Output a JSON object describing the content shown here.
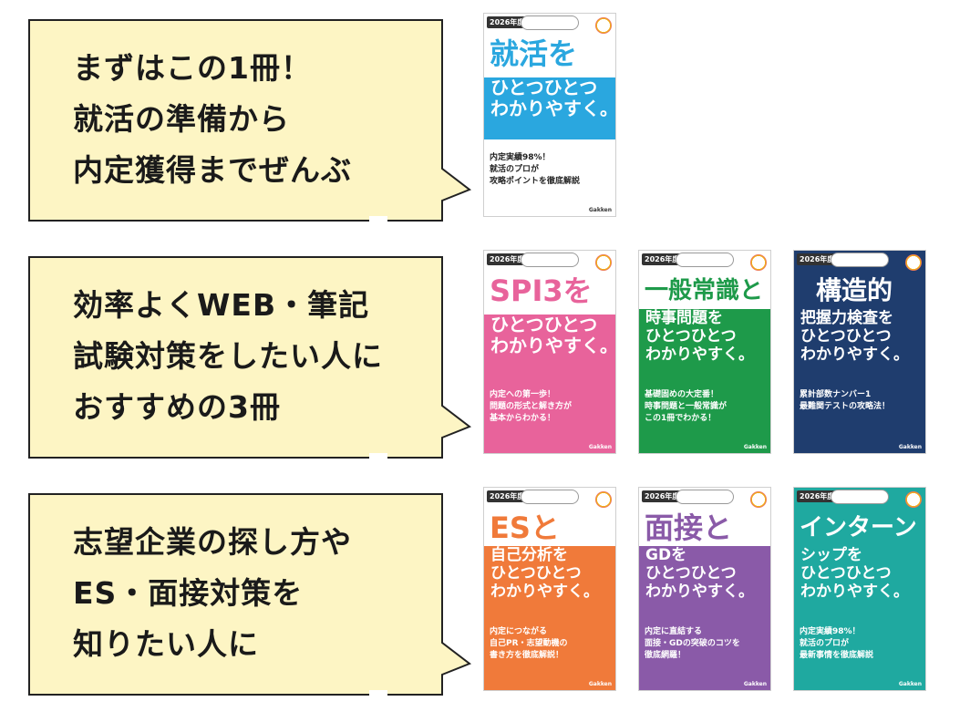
{
  "rows": [
    {
      "bubble": {
        "lines": [
          "まずはこの1冊！",
          "就活の準備から",
          "内定獲得までぜんぶ"
        ]
      },
      "books": [
        {
          "year": "2026年度版",
          "title_big": "就活を",
          "title_sub": "ひとつひとつ\nわかりやすく。",
          "tagline": "内定実績98%！\n就活のプロが\n攻略ポイントを徹底解説",
          "publisher": "Gakken",
          "upper_color": "#2aa7df",
          "lower_color": "#cfe9f7"
        }
      ]
    },
    {
      "bubble": {
        "lines": [
          "効率よくWEB・筆記",
          "試験対策をしたい人に",
          "おすすめの3冊"
        ]
      },
      "books": [
        {
          "year": "2026年度版",
          "title_big": "SPI3を",
          "title_sub": "ひとつひとつ\nわかりやすく。",
          "tagline": "内定への第一歩！\n問題の形式と解き方が\n基本からわかる！",
          "publisher": "Gakken",
          "upper_color": "#e8639b",
          "lower_color": "#f6cfe0"
        },
        {
          "year": "2026年度版",
          "title_big": "一般常識と",
          "title_sub": "時事問題を\nひとつひとつ\nわかりやすく。",
          "tagline": "基礎固めの大定番！\n時事問題と一般常識が\nこの1冊でわかる！",
          "publisher": "Gakken",
          "upper_color": "#1e9a4a",
          "lower_color": "#cdebd6"
        },
        {
          "year": "2026年度版",
          "title_big": "構造的",
          "title_sub": "把握力検査を\nひとつひとつ\nわかりやすく。",
          "tagline": "累計部数ナンバー1\n最難関テストの攻略法！",
          "publisher": "Gakken",
          "upper_color": "#1f3d6e",
          "lower_color": "#1f3d6e"
        }
      ]
    },
    {
      "bubble": {
        "lines": [
          "志望企業の探し方や",
          "ES・面接対策を",
          "知りたい人に"
        ]
      },
      "books": [
        {
          "year": "2026年度版",
          "title_big": "ESと",
          "title_sub": "自己分析を\nひとつひとつ\nわかりやすく。",
          "tagline": "内定につながる\n自己PR・志望動機の\n書き方を徹底解説！",
          "publisher": "Gakken",
          "upper_color": "#f07a3a",
          "lower_color": "#fbd8c2"
        },
        {
          "year": "2026年度版",
          "title_big": "面接と",
          "title_sub": "GDを\nひとつひとつ\nわかりやすく。",
          "tagline": "内定に直結する\n面接・GDの突破のコツを\n徹底網羅！",
          "publisher": "Gakken",
          "upper_color": "#8a5aa8",
          "lower_color": "#e2d3ec"
        },
        {
          "year": "2026年度版",
          "title_big": "インターン",
          "title_sub": "シップを\nひとつひとつ\nわかりやすく。",
          "tagline": "内定実績98%！\n就活のプロが\n最新事情を徹底解説",
          "publisher": "Gakken",
          "upper_color": "#1fa9a0",
          "lower_color": "#1fa9a0"
        }
      ]
    }
  ]
}
